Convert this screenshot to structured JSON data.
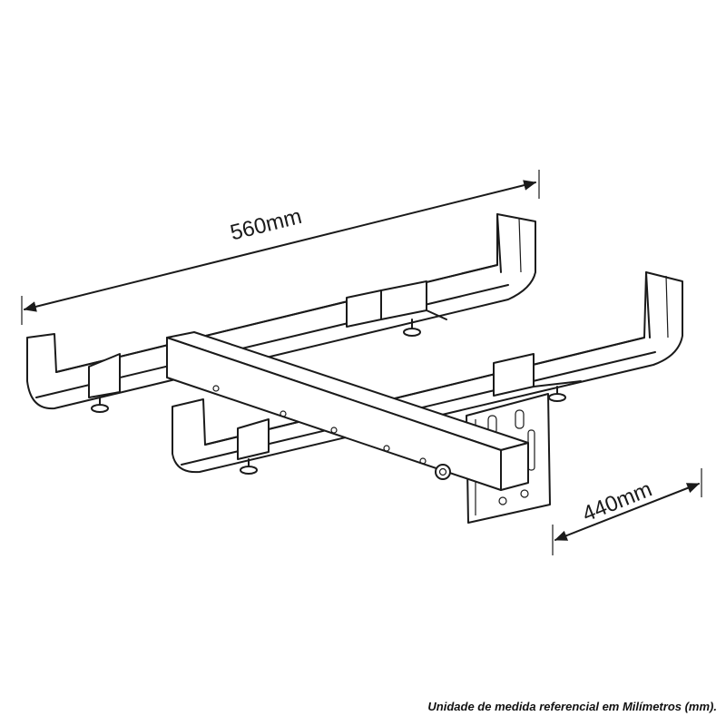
{
  "dimensions": {
    "length_label": "560mm",
    "depth_label": "440mm"
  },
  "footnote": "Unidade de medida referencial em Milímetros (mm)."
}
